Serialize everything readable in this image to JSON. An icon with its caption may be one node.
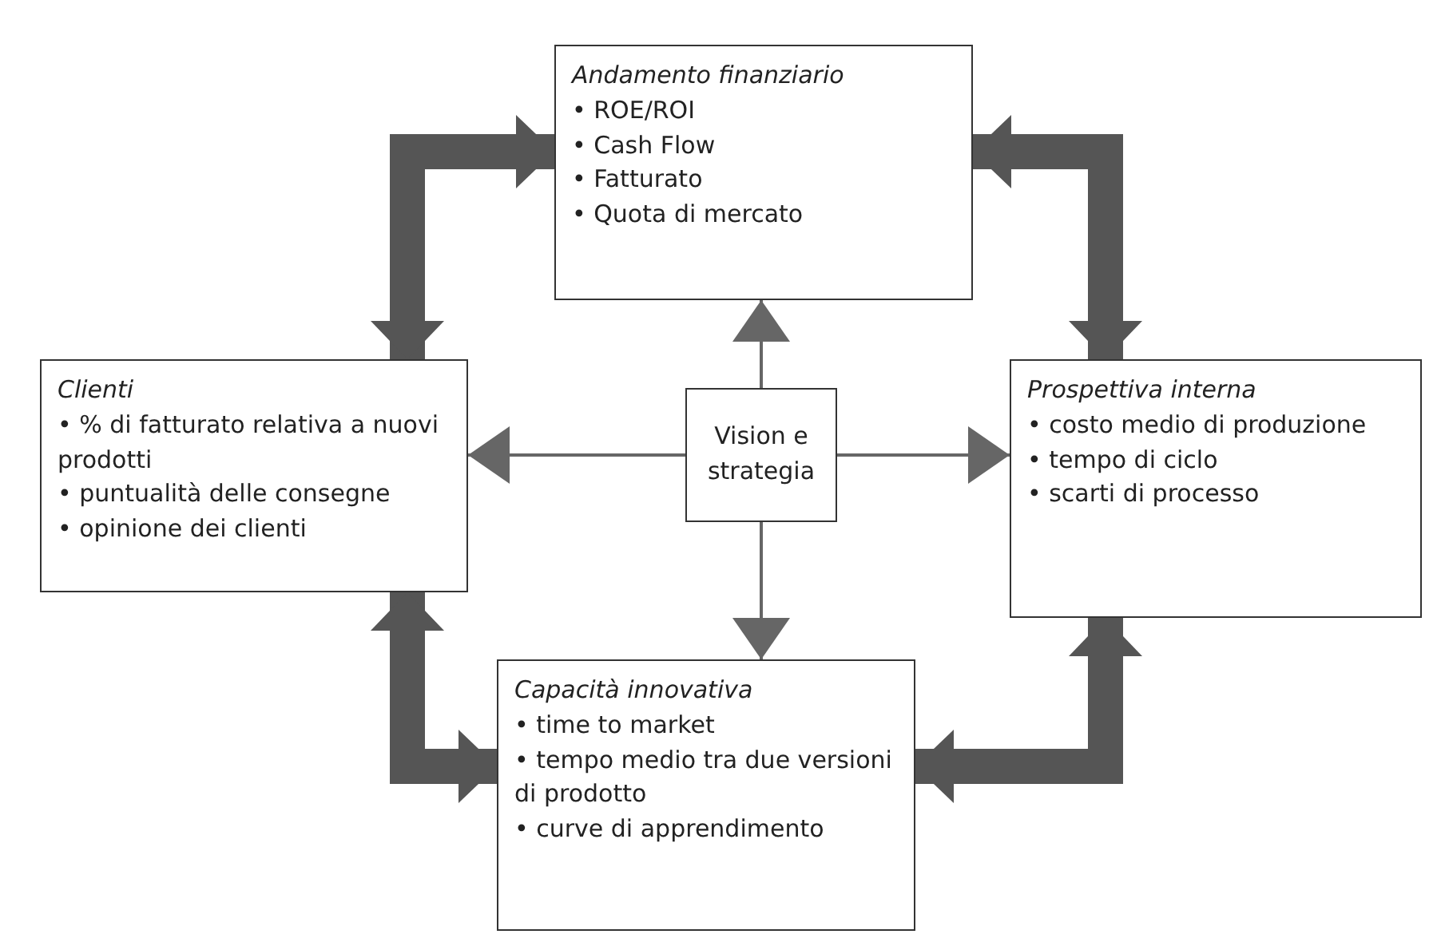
{
  "diagram": {
    "nodes": [
      {
        "text": [
          "Andamento finanziario",
          "• ROE/ROI",
          "• Cash Flow",
          "• Fatturato",
          "• Quota di mercato"
        ]
      },
      {
        "text": [
          "Clienti",
          "• % di fatturato relativa a nuovi prodotti",
          "• puntualità delle consegne",
          "• opinione dei clienti"
        ]
      },
      {
        "text": [
          "Vision e strategia"
        ]
      },
      {
        "text": [
          "Prospettiva interna",
          "• costo medio di produzione",
          "• tempo di ciclo",
          "• scarti di processo"
        ]
      },
      {
        "text": [
          "Capacità innovativa",
          "• time to market",
          "• tempo medio tra due versioni di prodotto",
          "• curve di apprendimento"
        ]
      }
    ],
    "edges": [
      {
        "from": 2,
        "to": 0,
        "arrow": "to"
      },
      {
        "from": 2,
        "to": 1,
        "arrow": "to"
      },
      {
        "from": 2,
        "to": 3,
        "arrow": "to"
      },
      {
        "from": 2,
        "to": 4,
        "arrow": "to"
      },
      {
        "from": 0,
        "to": 1,
        "arrow": "both",
        "style": "thick"
      },
      {
        "from": 0,
        "to": 3,
        "arrow": "both",
        "style": "thick"
      },
      {
        "from": 1,
        "to": 4,
        "arrow": "both",
        "style": "thick"
      },
      {
        "from": 4,
        "to": 3,
        "arrow": "both",
        "style": "thick"
      }
    ]
  }
}
